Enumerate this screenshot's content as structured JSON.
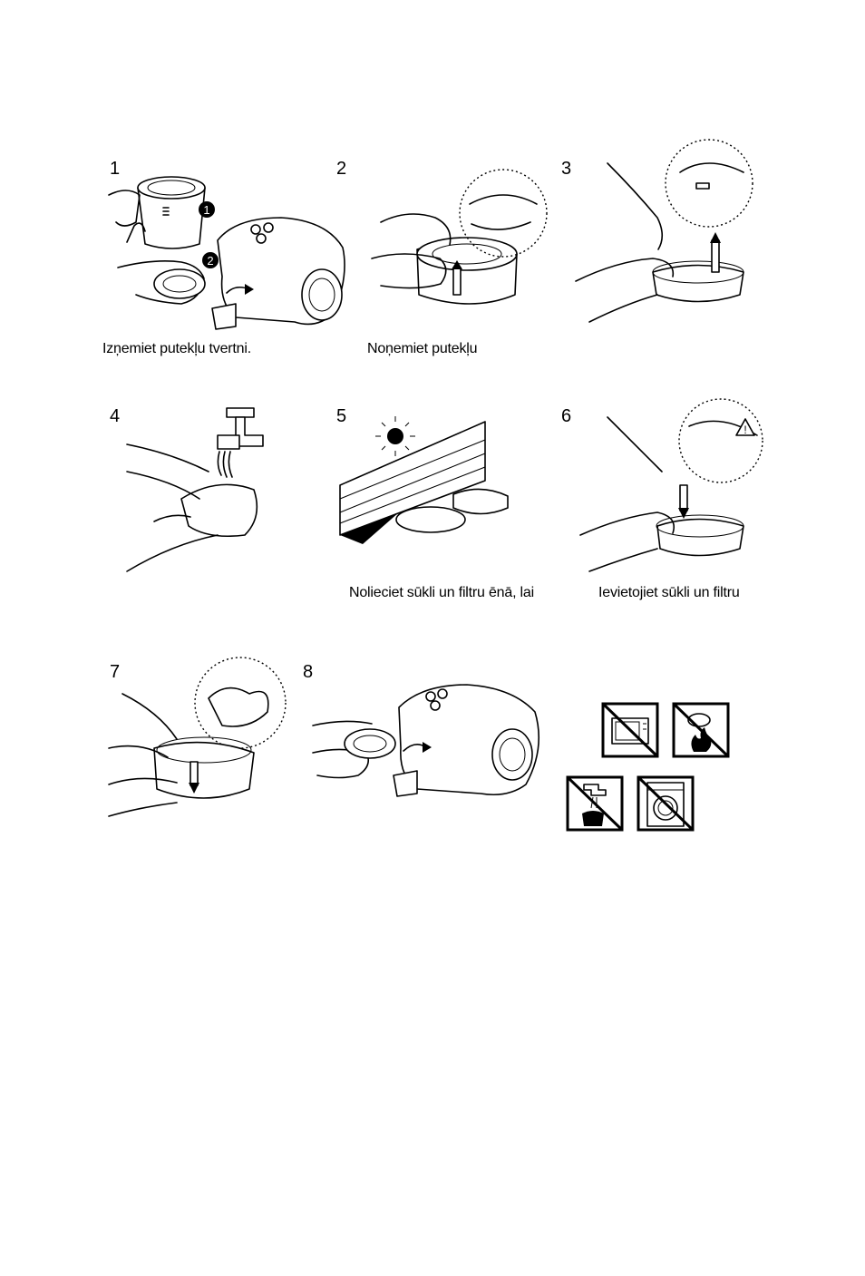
{
  "steps": [
    {
      "number": "1",
      "caption": "Izņemiet putekļu tvertni."
    },
    {
      "number": "2",
      "caption": "Noņemiet putekļu"
    },
    {
      "number": "3",
      "caption": ""
    },
    {
      "number": "4",
      "caption": ""
    },
    {
      "number": "5",
      "caption": "Nolieciet sūkli un filtru ēnā, lai"
    },
    {
      "number": "6",
      "caption": "Ievietojiet sūkli un filtru"
    },
    {
      "number": "7",
      "caption": ""
    },
    {
      "number": "8",
      "caption": ""
    }
  ],
  "markers": {
    "one": "❶",
    "two": "❷"
  },
  "icons": [
    "no-microwave-icon",
    "no-fire-icon",
    "no-washing-under-tap-icon",
    "no-washing-machine-icon"
  ]
}
